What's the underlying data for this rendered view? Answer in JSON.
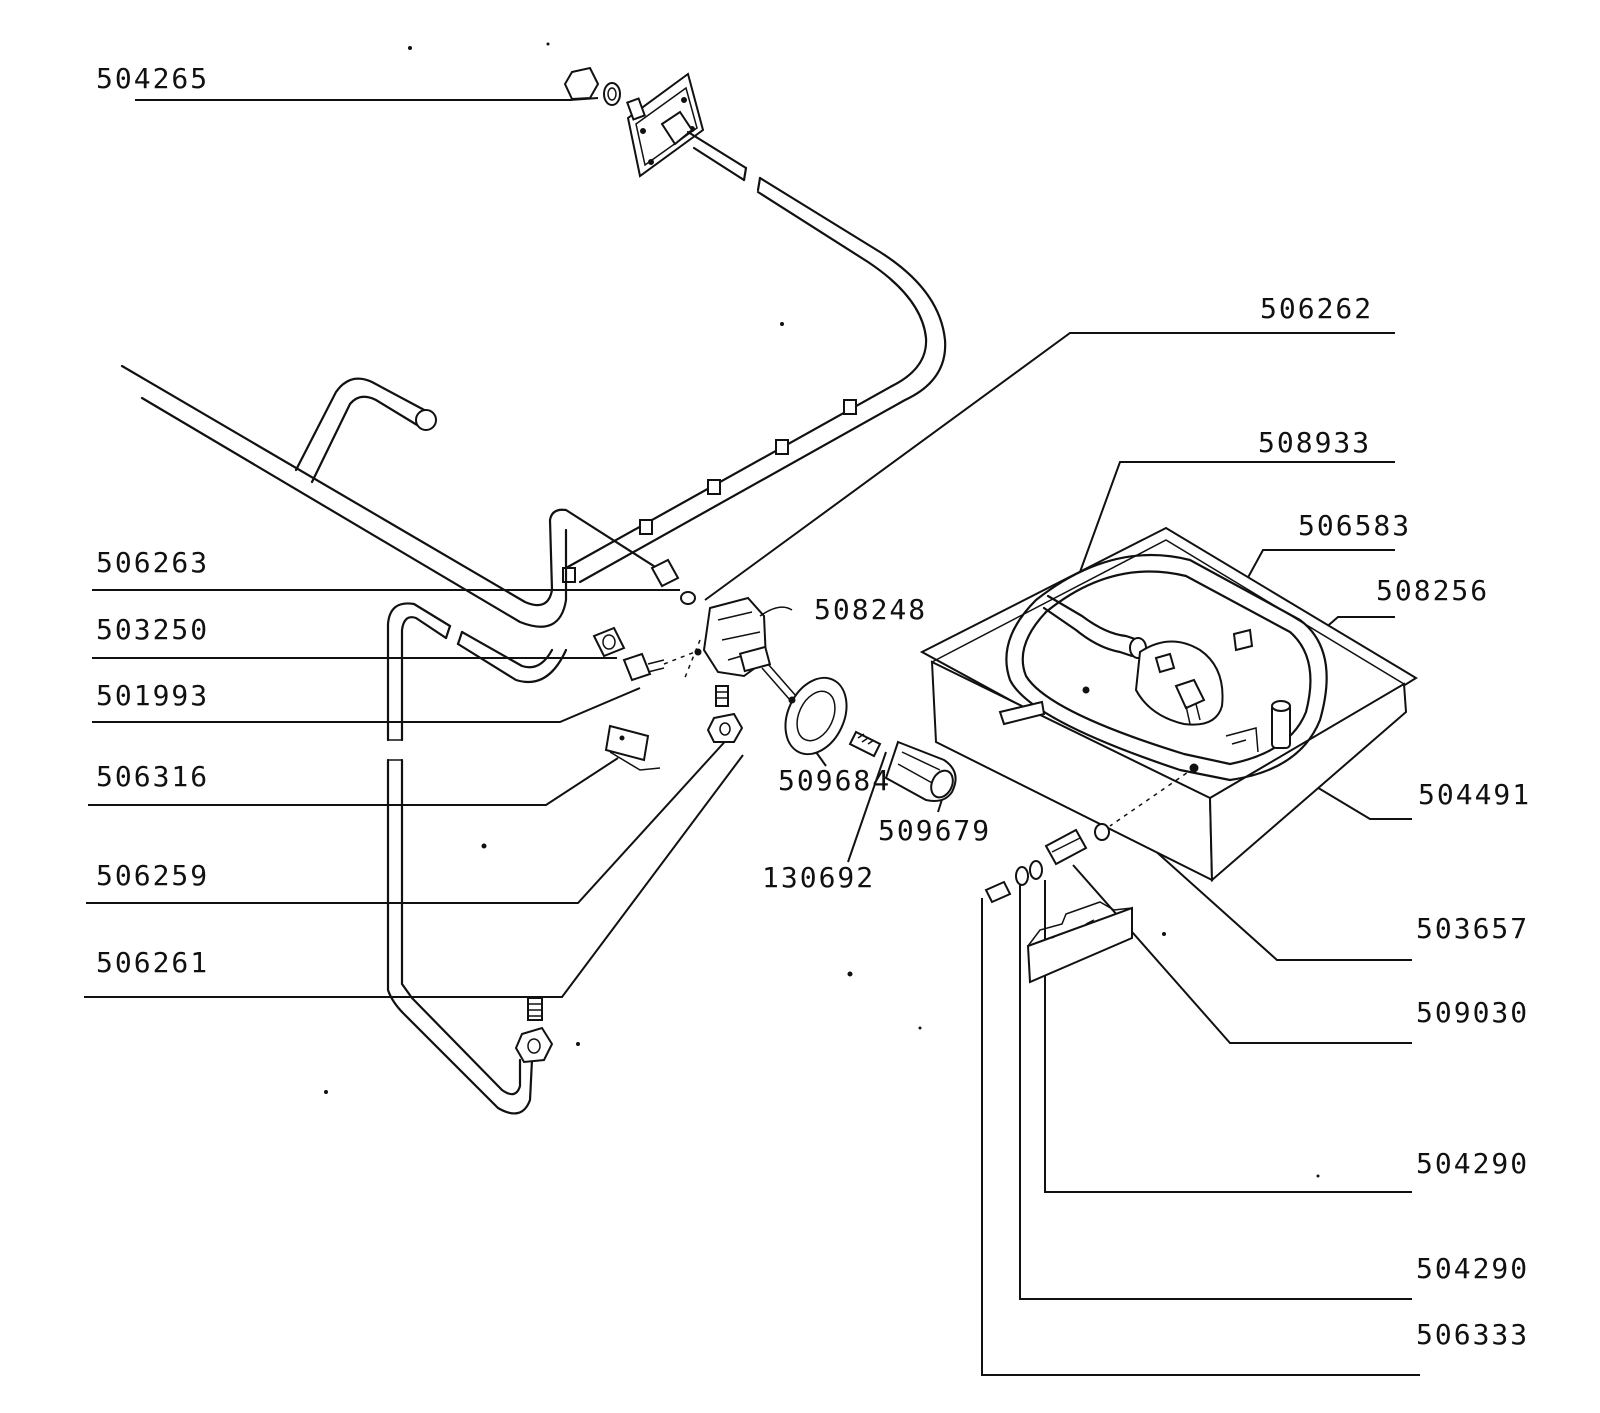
{
  "labels": {
    "p504265": "504265",
    "p506262": "506262",
    "p508933": "508933",
    "p506583": "506583",
    "p508256": "508256",
    "p506263": "506263",
    "p508248": "508248",
    "p503250": "503250",
    "p501993": "501993",
    "p506316": "506316",
    "p509684": "509684",
    "p504491": "504491",
    "p509679": "509679",
    "p130692": "130692",
    "p506259": "506259",
    "p503657": "503657",
    "p506261": "506261",
    "p509030": "509030",
    "p504290a": "504290",
    "p504290b": "504290",
    "p506333": "506333"
  }
}
